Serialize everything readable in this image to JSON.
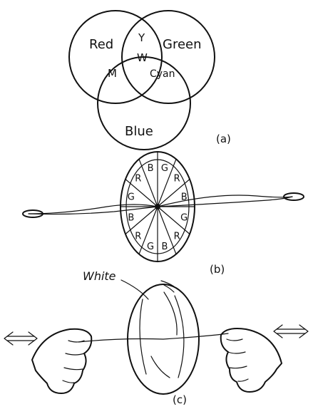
{
  "panel_a": {
    "circle_labels": {
      "red": "Red",
      "green": "Green",
      "blue": "Blue"
    },
    "overlap_labels": {
      "yellow": "Y",
      "white": "W",
      "magenta": "M",
      "cyan": "Cyan"
    },
    "caption": "(a)"
  },
  "panel_b": {
    "segment_labels": [
      "G",
      "R",
      "B",
      "G",
      "R",
      "B",
      "G",
      "R",
      "B",
      "G",
      "R",
      "B"
    ],
    "caption": "(b)"
  },
  "panel_c": {
    "annotation": "White",
    "caption": "(c)"
  }
}
